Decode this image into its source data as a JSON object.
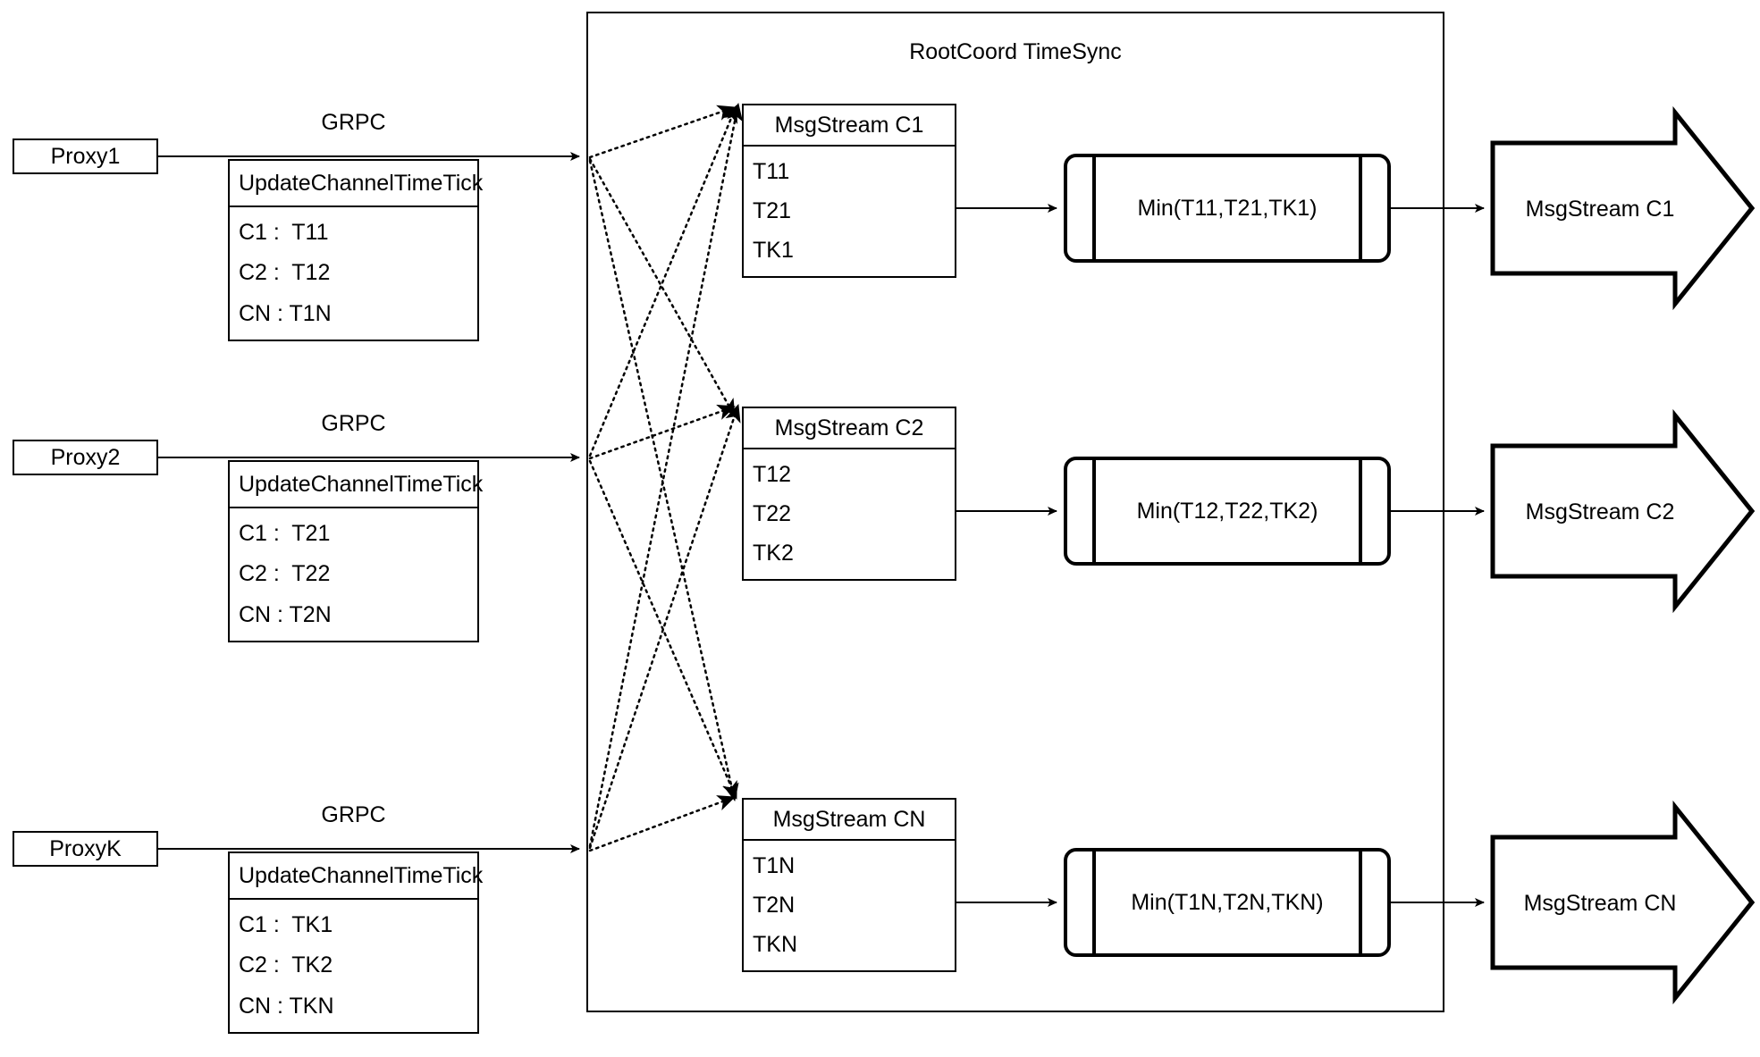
{
  "diagram": {
    "title": "RootCoord TimeSync",
    "group_label": "RootCoord TimeSync",
    "edge_protocol_label": "GRPC",
    "colors": {
      "stroke": "#000000",
      "fill": "#ffffff",
      "text": "#000000"
    }
  },
  "proxies": [
    {
      "name": "Proxy1",
      "grpc_label": "GRPC",
      "request": {
        "title": "UpdateChannelTimeTick",
        "items": [
          "C1 :  T11",
          "C2 :  T12",
          "CN : T1N"
        ]
      }
    },
    {
      "name": "Proxy2",
      "grpc_label": "GRPC",
      "request": {
        "title": "UpdateChannelTimeTick",
        "items": [
          "C1 :  T21",
          "C2 :  T22",
          "CN : T2N"
        ]
      }
    },
    {
      "name": "ProxyK",
      "grpc_label": "GRPC",
      "request": {
        "title": "UpdateChannelTimeTick",
        "items": [
          "C1 :  TK1",
          "C2 :  TK2",
          "CN : TKN"
        ]
      }
    }
  ],
  "channels": [
    {
      "stream": {
        "title": "MsgStream C1",
        "items": [
          "T11",
          "T21",
          "TK1"
        ]
      },
      "min": "Min(T11,T21,TK1)",
      "output": "MsgStream C1"
    },
    {
      "stream": {
        "title": "MsgStream C2",
        "items": [
          "T12",
          "T22",
          "TK2"
        ]
      },
      "min": "Min(T12,T22,TK2)",
      "output": "MsgStream C2"
    },
    {
      "stream": {
        "title": "MsgStream CN",
        "items": [
          "T1N",
          "T2N",
          "TKN"
        ]
      },
      "min": "Min(T1N,T2N,TKN)",
      "output": "MsgStream CN"
    }
  ]
}
